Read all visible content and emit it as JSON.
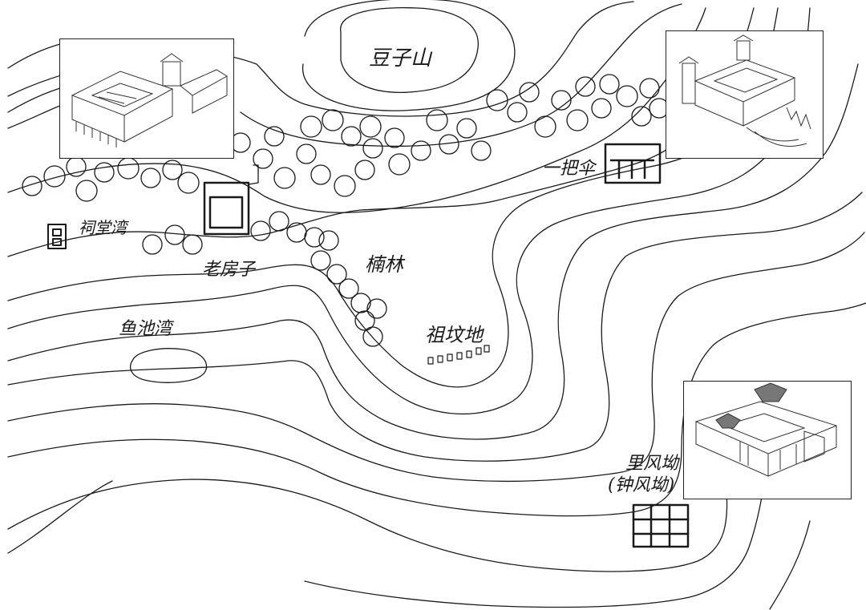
{
  "map": {
    "labels": {
      "douzi_shan": "豆子山",
      "citang_wan": "祠堂湾",
      "lao_fangzi": "老房子",
      "nan_lin": "楠林",
      "yiba_san": "一把伞",
      "yuchi_wan": "鱼池湾",
      "zufen_di": "祖坟地",
      "lifeng_ao": "里风坳",
      "lifeng_ao_alt": "(钟风坳)"
    },
    "insets": {
      "top_left": "courtyard-building-sketch",
      "top_right": "fortified-house-sketch",
      "bottom_right": "compound-sketch"
    },
    "colors": {
      "ink": "#1a1a1a",
      "paper": "#ffffff"
    }
  }
}
